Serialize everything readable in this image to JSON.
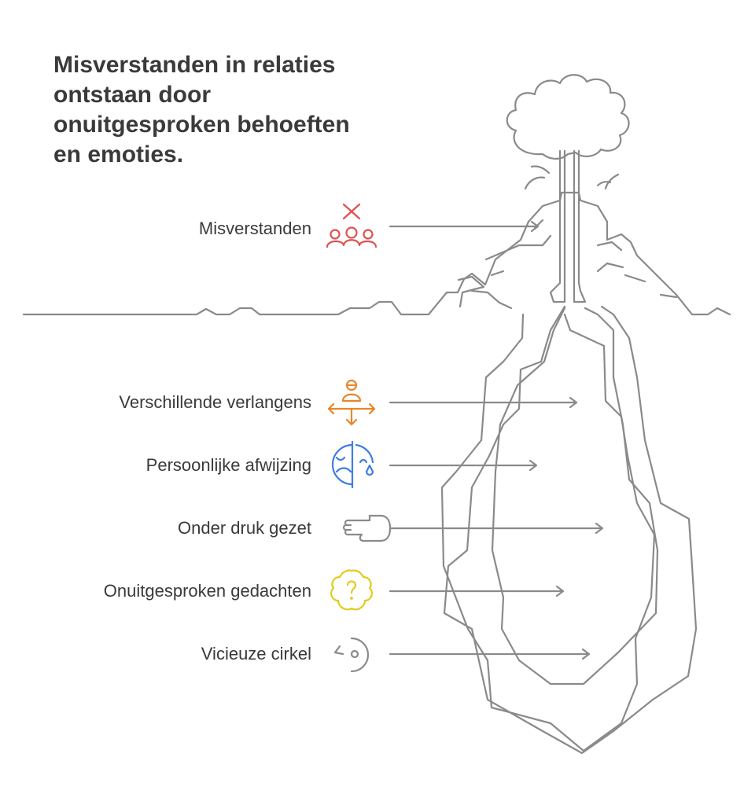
{
  "title": "Misverstanden in relaties ontstaan door onuitgesproken behoeften en emoties.",
  "items": [
    {
      "label": "Misverstanden",
      "icon": "misunderstanding-group-icon",
      "color": "#e05050"
    },
    {
      "label": "Verschillende verlangens",
      "icon": "diverging-person-arrows-icon",
      "color": "#e8862a"
    },
    {
      "label": "Persoonlijke afwijzing",
      "icon": "sad-crying-face-icon",
      "color": "#3d7ee0"
    },
    {
      "label": "Onder druk gezet",
      "icon": "pointing-hand-icon",
      "color": "#8a8a8a"
    },
    {
      "label": "Onuitgesproken gedachten",
      "icon": "question-thought-cloud-icon",
      "color": "#e2cb1a"
    },
    {
      "label": "Vicieuze cirkel",
      "icon": "circular-arrow-icon",
      "color": "#8a8a8a"
    }
  ],
  "illustration": {
    "subject": "volcano-with-underground-magma-chamber-icon",
    "line_color": "#8a8a8a"
  }
}
